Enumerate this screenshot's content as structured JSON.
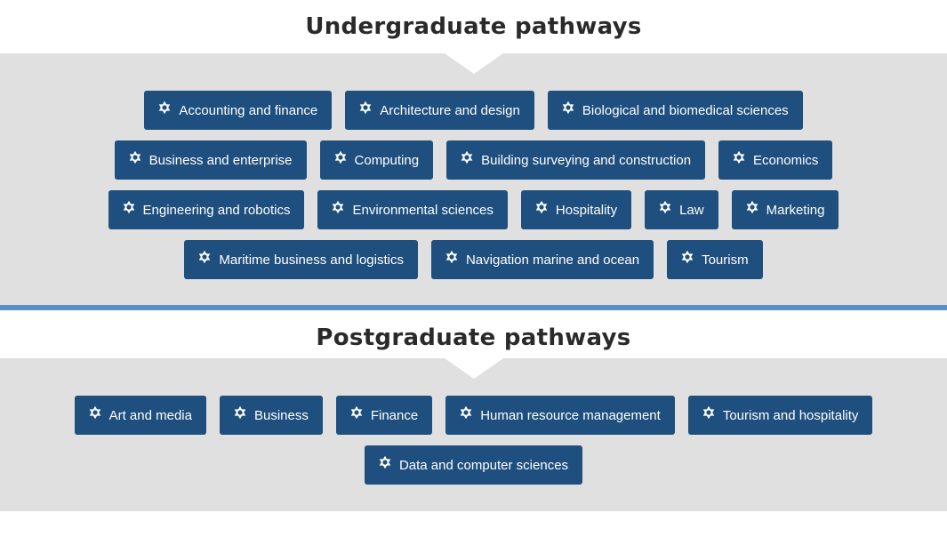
{
  "colors": {
    "button_bg": "#1e4f7e",
    "panel_bg": "#e0e0e0",
    "divider": "#5a8fc7",
    "title": "#2a2a2a"
  },
  "undergraduate": {
    "title": "Undergraduate pathways",
    "rows": [
      [
        {
          "label": "Accounting and finance",
          "icon": "star-of-david-icon"
        },
        {
          "label": "Architecture and design",
          "icon": "star-of-david-icon"
        },
        {
          "label": "Biological and biomedical sciences",
          "icon": "star-of-david-icon"
        }
      ],
      [
        {
          "label": "Business and enterprise",
          "icon": "star-of-david-icon"
        },
        {
          "label": "Computing",
          "icon": "star-of-david-icon"
        },
        {
          "label": "Building surveying and construction",
          "icon": "star-of-david-icon"
        },
        {
          "label": "Economics",
          "icon": "star-of-david-icon"
        }
      ],
      [
        {
          "label": "Engineering and robotics",
          "icon": "star-of-david-icon"
        },
        {
          "label": "Environmental sciences",
          "icon": "star-of-david-icon"
        },
        {
          "label": "Hospitality",
          "icon": "star-of-david-icon"
        },
        {
          "label": "Law",
          "icon": "star-of-david-icon"
        },
        {
          "label": "Marketing",
          "icon": "star-of-david-icon"
        }
      ],
      [
        {
          "label": "Maritime business and logistics",
          "icon": "star-of-david-icon"
        },
        {
          "label": "Navigation marine and ocean",
          "icon": "star-of-david-icon"
        },
        {
          "label": "Tourism",
          "icon": "star-of-david-icon"
        }
      ]
    ]
  },
  "postgraduate": {
    "title": "Postgraduate pathways",
    "rows": [
      [
        {
          "label": "Art and media",
          "icon": "star-of-david-icon"
        },
        {
          "label": "Business",
          "icon": "star-of-david-icon"
        },
        {
          "label": "Finance",
          "icon": "star-of-david-icon"
        },
        {
          "label": "Human resource management",
          "icon": "star-of-david-icon"
        },
        {
          "label": "Tourism and hospitality",
          "icon": "star-of-david-icon"
        }
      ],
      [
        {
          "label": "Data and computer sciences",
          "icon": "star-of-david-icon"
        }
      ]
    ]
  }
}
